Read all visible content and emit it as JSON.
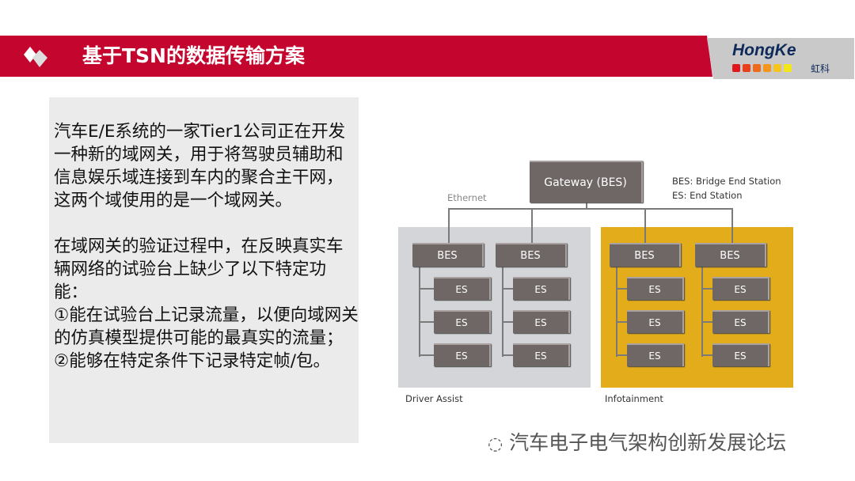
{
  "header": {
    "title": "基于TSN的数据传输方案",
    "logo_text": "HongKe",
    "logo_cn": "虹科",
    "logo_colors": [
      "#e0161c",
      "#e8401b",
      "#ee6a1b",
      "#f2961c",
      "#f7c41c",
      "#f5e61a"
    ],
    "brand_color": "#c4062e"
  },
  "body_text": "汽车E/E系统的一家Tier1公司正在开发一种新的域网关，用于将驾驶员辅助和信息娱乐域连接到车内的聚合主干网，这两个域使用的是一个域网关。\n\n在域网关的验证过程中，在反映真实车辆网络的试验台上缺少了以下特定功能：\n①能在试验台上记录流量，以便向域网关的仿真模型提供可能的最真实的流量；\n②能够在特定条件下记录特定帧/包。",
  "diagram": {
    "gateway": "Gateway (BES)",
    "ethernet": "Ethernet",
    "legend": [
      "BES: Bridge End Station",
      "ES: End Station"
    ],
    "bes": "BES",
    "es": "ES",
    "domains": [
      {
        "label": "Driver Assist",
        "color": "#d3d5d8"
      },
      {
        "label": "Infotainment",
        "color": "#e3ac1b"
      }
    ]
  },
  "watermark": "汽车电子电气架构创新发展论坛"
}
